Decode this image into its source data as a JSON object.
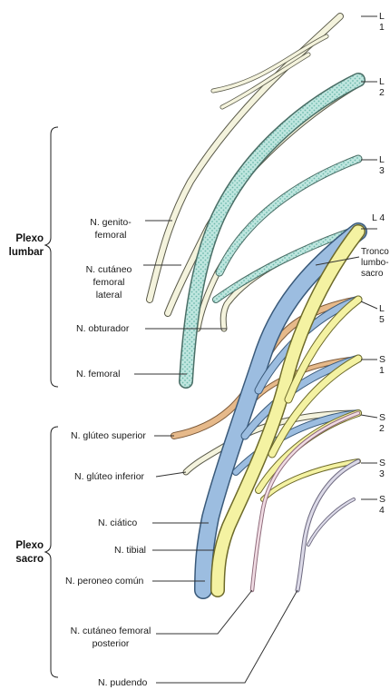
{
  "groups": {
    "lumbar": [
      "Plexo",
      "lumbar"
    ],
    "sacral": [
      "Plexo",
      "sacro"
    ]
  },
  "roots": [
    "L 1",
    "L 2",
    "L 3",
    "L 4",
    "L 5",
    "S 1",
    "S 2",
    "S 3",
    "S 4"
  ],
  "trunk_label": [
    "Tronco",
    "lumbo-",
    "sacro"
  ],
  "lumbar_nerves": {
    "genitofemoral": [
      "N. genito-",
      "femoral"
    ],
    "cutaneo_femoral_lateral": [
      "N. cutáneo",
      "femoral",
      "lateral"
    ],
    "obturador": "N. obturador",
    "femoral": "N. femoral"
  },
  "sacral_nerves": {
    "gluteo_superior": "N. glúteo superior",
    "gluteo_inferior": "N. glúteo inferior",
    "ciatico": "N. ciático",
    "tibial": "N. tibial",
    "peroneo_comun": "N. peroneo común",
    "cutaneo_femoral_posterior": [
      "N. cutáneo femoral",
      "posterior"
    ],
    "pudendo": "N. pudendo"
  },
  "colors": {
    "pale_nerve": "#f4f3dd",
    "femoral_fill": "#bfe6df",
    "femoral_dots": "#6fb9ad",
    "sciatic_blue": "#9cbde0",
    "tibial_yellow": "#f4f2a2",
    "gluteal_orange": "#e6b98a",
    "outline": "#5a5a4a",
    "label_lines": "#333333"
  }
}
